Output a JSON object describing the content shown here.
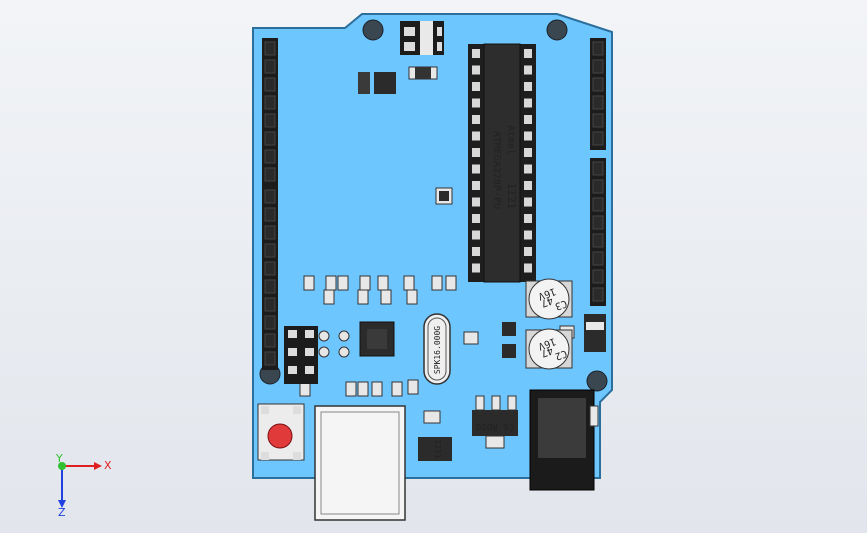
{
  "view": {
    "colors": {
      "board": "#6ec6ff",
      "board_edge": "#3a7fb0",
      "header": "#1c1c1c",
      "chip": "#2a2a2a",
      "metal": "#d8d8d8",
      "button": "#e03a3a"
    }
  },
  "board": {
    "mcu_logo": "Atmel",
    "mcu_code": "1121",
    "mcu_part": "ATMEGA328P-PU",
    "crystal_label": "SPK16.000G",
    "cap_c3": {
      "value": "47",
      "voltage": "16V",
      "ref": "C3"
    },
    "cap_c2": {
      "value": "47",
      "voltage": "16V",
      "ref": "C2"
    },
    "regulator_label": "C6 RD10",
    "small_chip_label": "1211"
  },
  "axis": {
    "x": "X",
    "y": "Y",
    "z": "Z"
  }
}
